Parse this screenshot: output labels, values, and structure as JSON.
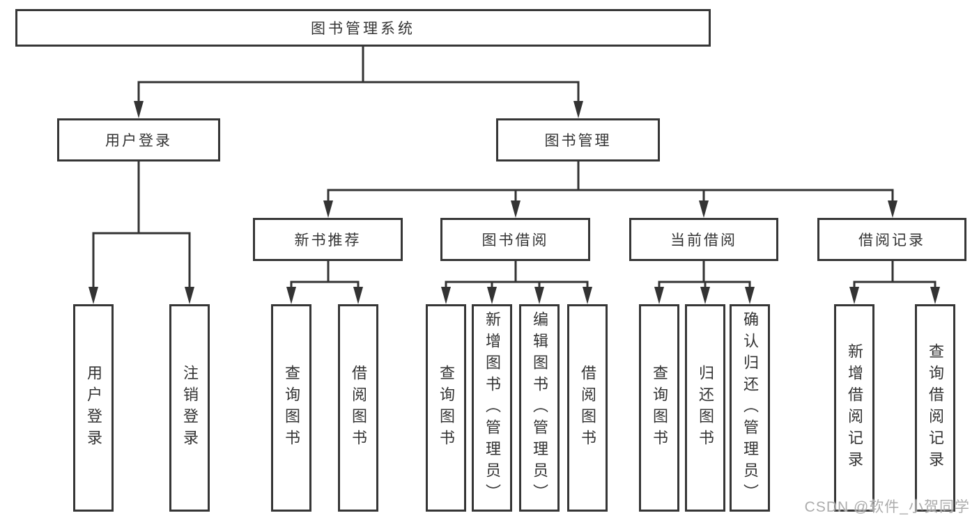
{
  "diagram": {
    "root": {
      "label": "图书管理系统"
    },
    "level2": [
      {
        "label": "用户登录"
      },
      {
        "label": "图书管理"
      }
    ],
    "level3": [
      {
        "label": "新书推荐"
      },
      {
        "label": "图书借阅"
      },
      {
        "label": "当前借阅"
      },
      {
        "label": "借阅记录"
      }
    ],
    "leaves": {
      "user_login": [
        "用户登录",
        "注销登录"
      ],
      "new_books": [
        "查询图书",
        "借阅图书"
      ],
      "book_borrow": [
        "查询图书",
        "新增图书（管理员）",
        "编辑图书（管理员）",
        "借阅图书"
      ],
      "current_borrow": [
        "查询图书",
        "归还图书",
        "确认归还（管理员）"
      ],
      "borrow_records": [
        "新增借阅记录",
        "查询借阅记录"
      ]
    }
  },
  "watermark": {
    "text": "CSDN @软件_小贺同学"
  },
  "colors": {
    "line": "#333333",
    "text": "#333333",
    "background": "#ffffff",
    "watermark": "#a8a8a8"
  }
}
